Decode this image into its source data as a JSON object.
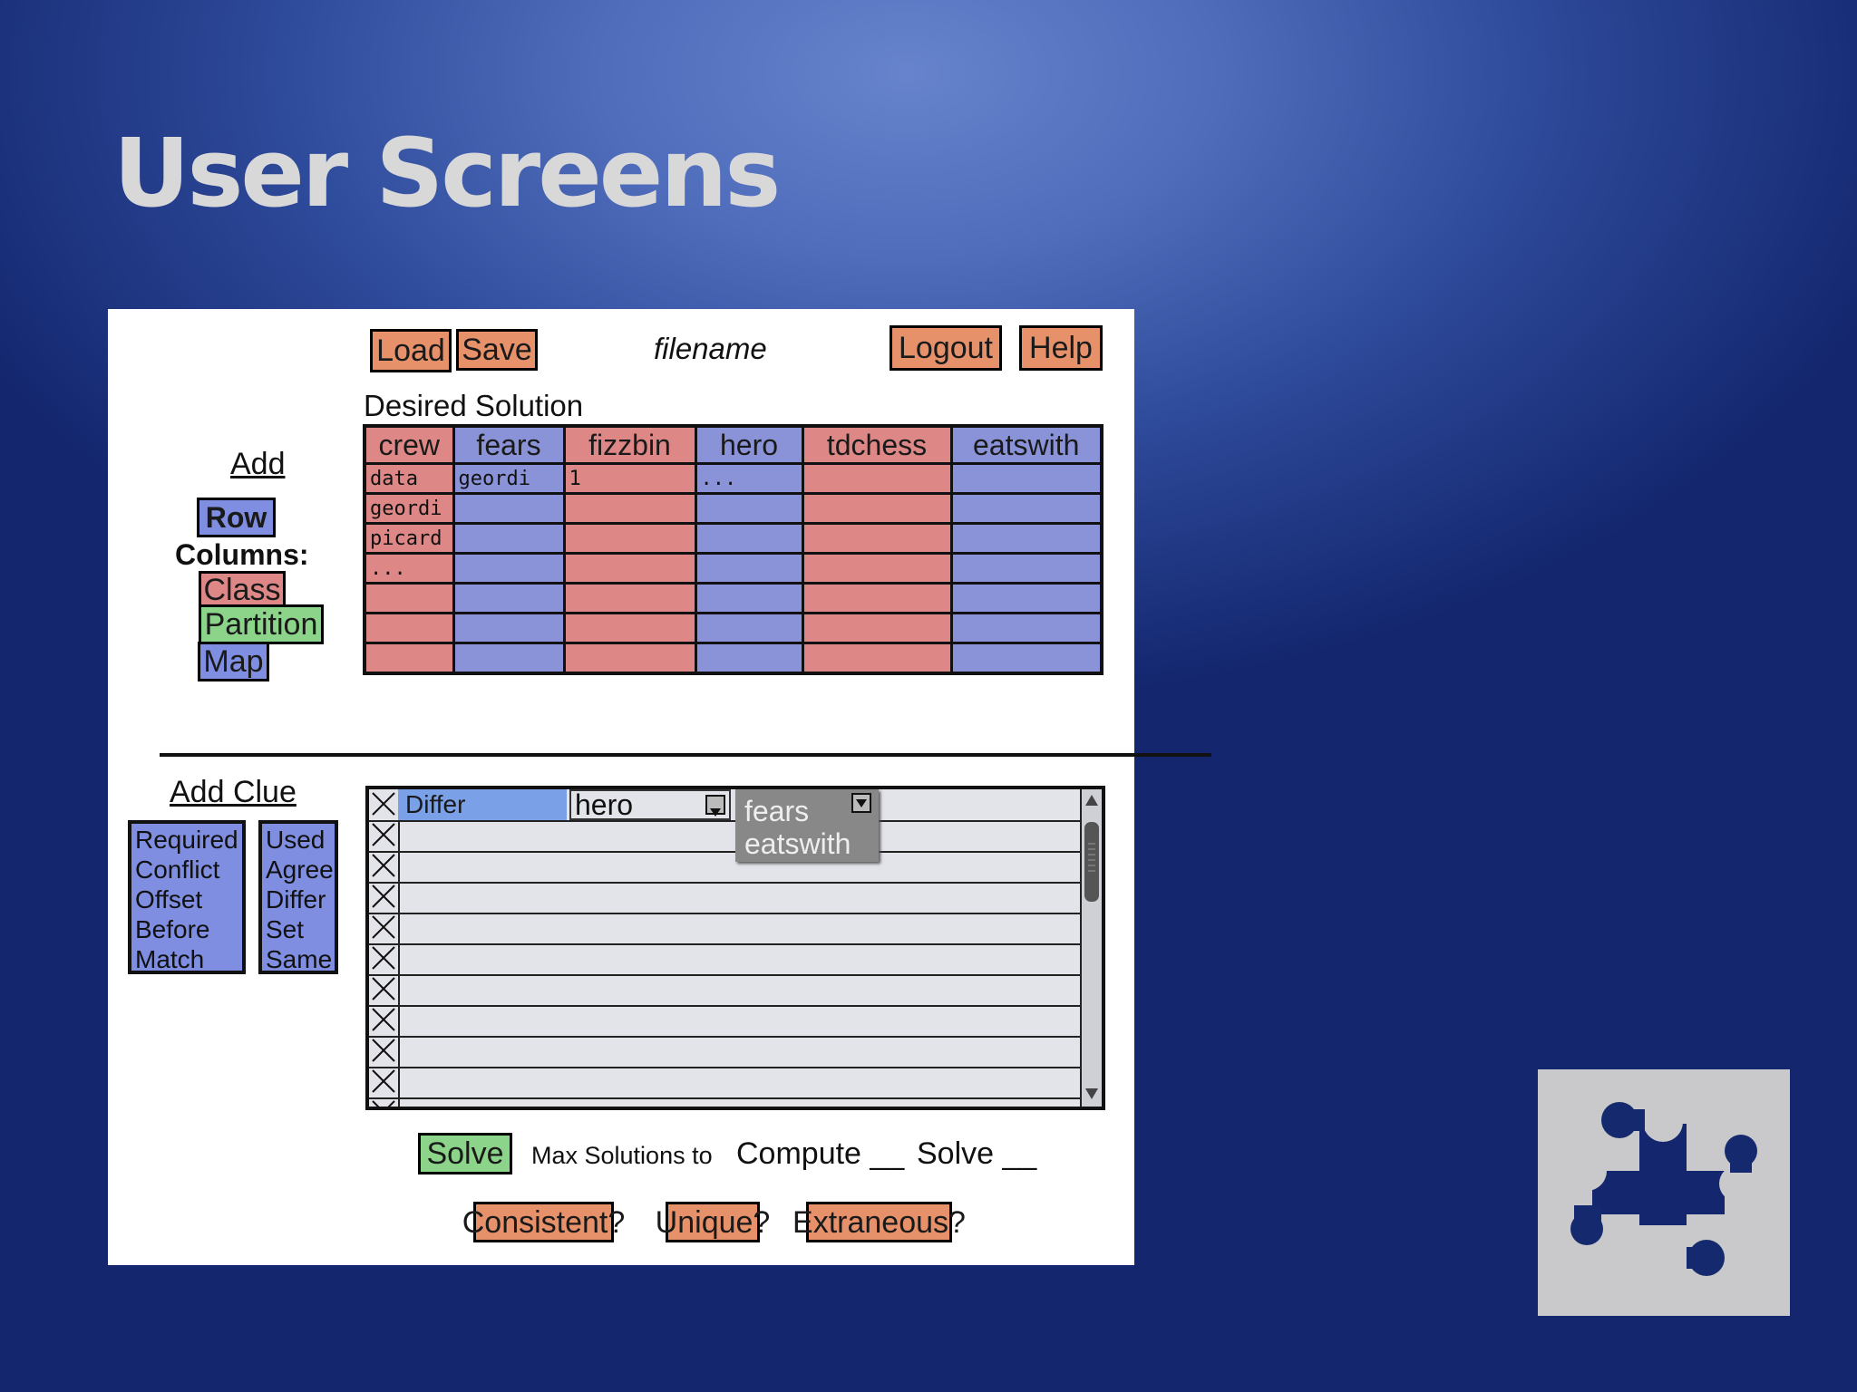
{
  "slide": {
    "title": "User Screens"
  },
  "toolbar": {
    "load": "Load",
    "save": "Save",
    "filename": "filename",
    "logout": "Logout",
    "help": "Help"
  },
  "add": {
    "heading": "Add",
    "row": "Row",
    "columns": "Columns:",
    "class": "Class",
    "partition": "Partition",
    "map": "Map"
  },
  "solution": {
    "heading": "Desired Solution",
    "columns": [
      "crew",
      "fears",
      "fizzbin",
      "hero",
      "tdchess",
      "eatswith"
    ],
    "rows": [
      [
        "data",
        "geordi",
        "1",
        "...",
        "",
        ""
      ],
      [
        "geordi",
        "",
        "",
        "",
        "",
        ""
      ],
      [
        "picard",
        "",
        "",
        "",
        "",
        ""
      ],
      [
        "...",
        "",
        "",
        "",
        "",
        ""
      ],
      [
        "",
        "",
        "",
        "",
        "",
        ""
      ],
      [
        "",
        "",
        "",
        "",
        "",
        ""
      ],
      [
        "",
        "",
        "",
        "",
        "",
        ""
      ]
    ]
  },
  "clue": {
    "heading": "Add Clue",
    "left_types": [
      "Required",
      "Conflict",
      "Offset",
      "Before",
      "Match"
    ],
    "right_types": [
      "Used",
      "Agree",
      "Differ",
      "Set",
      "Same"
    ],
    "first_row": {
      "type": "Differ",
      "column": "hero"
    },
    "dropdown_options": [
      "fears",
      "eatswith"
    ],
    "row_count": 11
  },
  "solve": {
    "button": "Solve",
    "max_label": "Max Solutions to",
    "compute": "Compute __",
    "solve": "Solve __"
  },
  "checks": {
    "consistent": "Consistent?",
    "unique": "Unique?",
    "extraneous": "Extraneous?"
  },
  "colors": {
    "orange": "#e7916b",
    "green": "#8bd489",
    "blue": "#7f8ee0",
    "pink": "#dd8886"
  },
  "logo": {
    "icon": "puzzle-pieces-icon"
  }
}
